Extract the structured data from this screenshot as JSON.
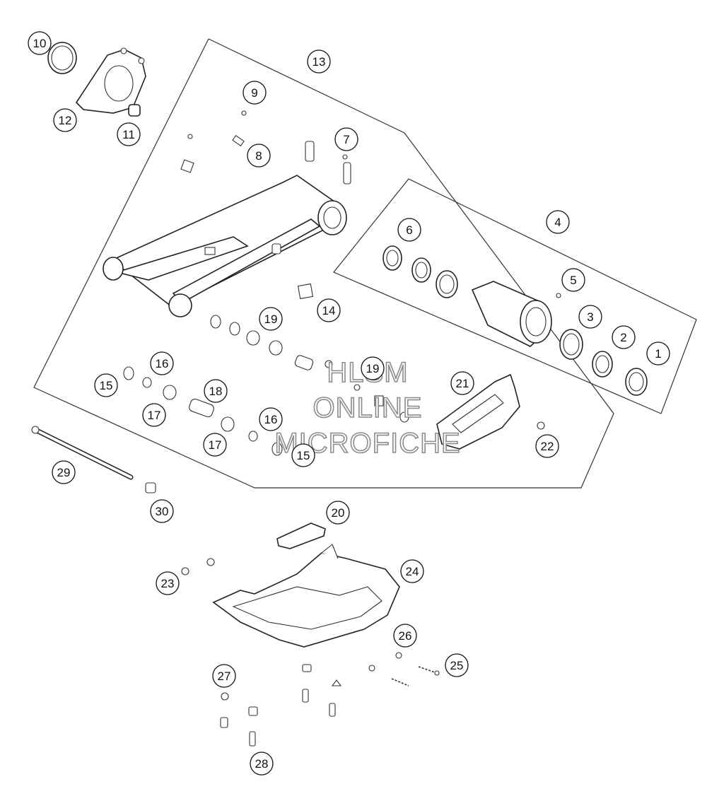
{
  "callouts": [
    {
      "num": "1"
    },
    {
      "num": "2"
    },
    {
      "num": "3"
    },
    {
      "num": "4"
    },
    {
      "num": "5"
    },
    {
      "num": "6"
    },
    {
      "num": "7"
    },
    {
      "num": "8"
    },
    {
      "num": "9"
    },
    {
      "num": "10"
    },
    {
      "num": "11"
    },
    {
      "num": "12"
    },
    {
      "num": "13"
    },
    {
      "num": "14"
    },
    {
      "num": "15"
    },
    {
      "num": "15"
    },
    {
      "num": "16"
    },
    {
      "num": "16"
    },
    {
      "num": "17"
    },
    {
      "num": "17"
    },
    {
      "num": "18"
    },
    {
      "num": "19"
    },
    {
      "num": "19"
    },
    {
      "num": "20"
    },
    {
      "num": "21"
    },
    {
      "num": "22"
    },
    {
      "num": "23"
    },
    {
      "num": "24"
    },
    {
      "num": "25"
    },
    {
      "num": "26"
    },
    {
      "num": "27"
    },
    {
      "num": "28"
    },
    {
      "num": "29"
    },
    {
      "num": "30"
    }
  ],
  "watermark": {
    "line1": "HLSM",
    "line2": "ONLINE",
    "line3": "MICROFICHE"
  }
}
